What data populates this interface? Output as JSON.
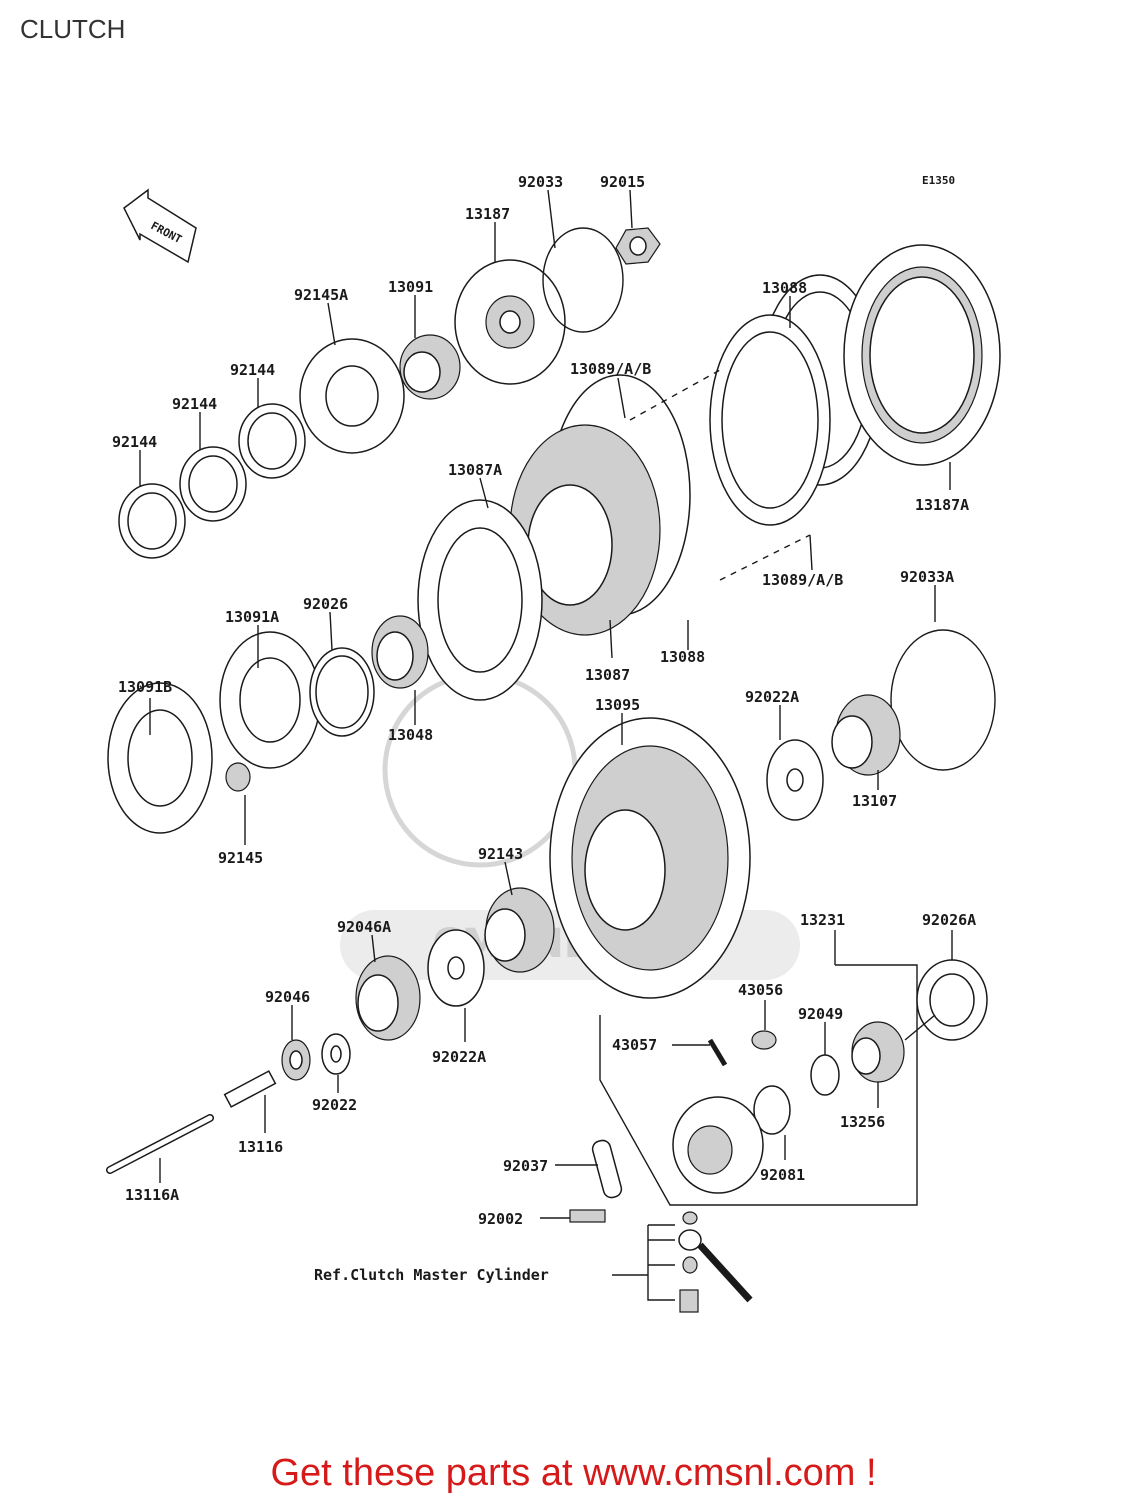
{
  "page": {
    "title": "CLUTCH",
    "diagram_code": "E1350"
  },
  "footer": {
    "promo_text": "Get these parts at www.cmsnl.com !"
  },
  "diagram": {
    "front_label": "FRONT",
    "watermark": "CMSNL.COM",
    "ref_note": "Ref.Clutch Master Cylinder",
    "part_labels": {
      "p92033": "92033",
      "p92015": "92015",
      "p13187": "13187",
      "p13091": "13091",
      "p92145a": "92145A",
      "p92144a": "92144",
      "p92144b": "92144",
      "p92144c": "92144",
      "p13088a": "13088",
      "p13089a": "13089/A/B",
      "p13187a": "13187A",
      "p13087a": "13087A",
      "p13089b": "13089/A/B",
      "p92033a": "92033A",
      "p13091a": "13091A",
      "p92026": "92026",
      "p13087": "13087",
      "p13088b": "13088",
      "p13091b": "13091B",
      "p13048": "13048",
      "p13095": "13095",
      "p92022a1": "92022A",
      "p13107": "13107",
      "p92145": "92145",
      "p92143": "92143",
      "p92046a": "92046A",
      "p13231": "13231",
      "p92026a": "92026A",
      "p43056": "43056",
      "p92046": "92046",
      "p92049": "92049",
      "p43057": "43057",
      "p92022a2": "92022A",
      "p92022": "92022",
      "p13256": "13256",
      "p13116": "13116",
      "p92081": "92081",
      "p92037": "92037",
      "p13116a": "13116A",
      "p92002": "92002"
    }
  }
}
